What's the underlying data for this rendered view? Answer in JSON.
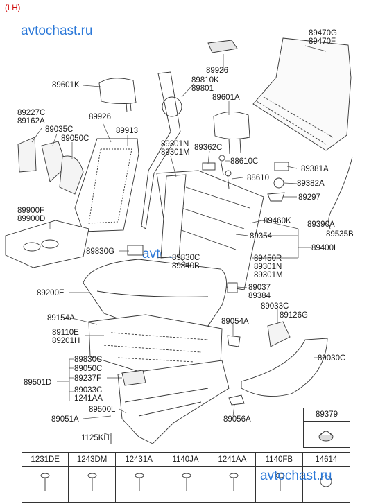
{
  "corner_label": "(LH)",
  "watermark": "avtochast.ru",
  "labels": {
    "l89470": "89470G\n89470F",
    "l89926a": "89926",
    "l89810": "89810K\n89801",
    "l89601k": "89601K",
    "l89601a": "89601A",
    "l89227": "89227C\n89162A",
    "l89035": "89035C",
    "l89050a": "89050C",
    "l89926b": "89926",
    "l89913": "89913",
    "l89301n": "89301N\n89301M",
    "l89362": "89362C",
    "l88610c": "88610C",
    "l88610": "88610",
    "l89381": "89381A",
    "l89382": "89382A",
    "l89297": "89297",
    "l89900": "89900F\n89900D",
    "l89460": "89460K",
    "l89390": "89390A",
    "l89535": "89535B",
    "l89354": "89354",
    "l89400": "89400L",
    "l89830g": "89830G",
    "l89830c": "89830C\n89840B",
    "l89450": "89450R\n89301N\n89301M",
    "l89200": "89200E",
    "l89037": "89037\n89384",
    "l89033a": "89033C",
    "l89126": "89126G",
    "l89154": "89154A",
    "l89054": "89054A",
    "l89110": "89110E\n89201H",
    "l89030": "89030C",
    "l89830b": "89830C",
    "l89050b": "89050C",
    "l89237": "89237F",
    "l89501": "89501D",
    "l89033b": "89033C\n1241AA",
    "l89500": "89500L",
    "l89051": "89051A",
    "l1125": "1125KH",
    "l89056": "89056A"
  },
  "clip_part": "89379",
  "hardware": [
    "1231DE",
    "1243DM",
    "12431A",
    "1140JA",
    "1241AA",
    "1140FB",
    "14614"
  ]
}
